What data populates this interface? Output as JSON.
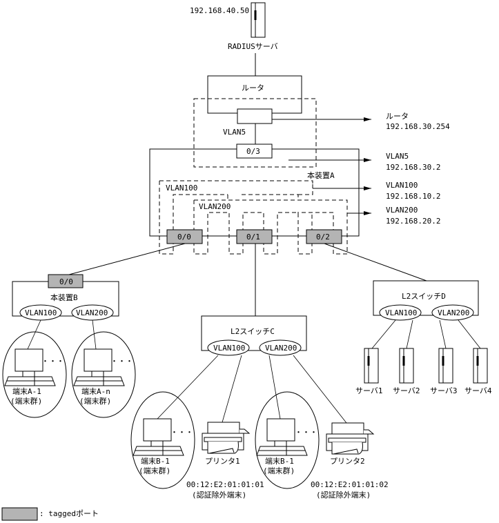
{
  "radius_server": {
    "ip": "192.168.40.50",
    "label": "RADIUSサーバ"
  },
  "router": {
    "label": "ルータ",
    "vlan_label": "VLAN5"
  },
  "device_a": {
    "label": "本装置A",
    "ports": {
      "p03": "0/3",
      "p00": "0/0",
      "p01": "0/1",
      "p02": "0/2"
    },
    "vlan100_label": "VLAN100",
    "vlan200_label": "VLAN200"
  },
  "interfaces": [
    {
      "name": "ルータ",
      "ip": "192.168.30.254"
    },
    {
      "name": "VLAN5",
      "ip": "192.168.30.2"
    },
    {
      "name": "VLAN100",
      "ip": "192.168.10.2"
    },
    {
      "name": "VLAN200",
      "ip": "192.168.20.2"
    }
  ],
  "device_b": {
    "label": "本装置B",
    "port": "0/0",
    "vlan1": "VLAN100",
    "vlan2": "VLAN200"
  },
  "switch_c": {
    "label": "L2スイッチC",
    "vlan1": "VLAN100",
    "vlan2": "VLAN200"
  },
  "switch_d": {
    "label": "L2スイッチD",
    "vlan1": "VLAN100",
    "vlan2": "VLAN200"
  },
  "terminals_a": [
    {
      "name": "端末A-1",
      "group": "(端末群)"
    },
    {
      "name": "端末A-n",
      "group": "(端末群)"
    }
  ],
  "terminals_b": [
    {
      "name": "端末B-1",
      "group": "(端末群)"
    },
    {
      "name": "端末B-1",
      "group": "(端末群)"
    }
  ],
  "printers": [
    {
      "name": "プリンタ1",
      "mac": "00:12:E2:01:01:01",
      "note": "(認証除外端末)"
    },
    {
      "name": "プリンタ2",
      "mac": "00:12:E2:01:01:02",
      "note": "(認証除外端末)"
    }
  ],
  "servers": [
    "サーバ1",
    "サーバ2",
    "サーバ3",
    "サーバ4"
  ],
  "dots": "・・・",
  "legend": {
    "label": ": taggedポート",
    "tagged_color": "#b4b4b4"
  }
}
